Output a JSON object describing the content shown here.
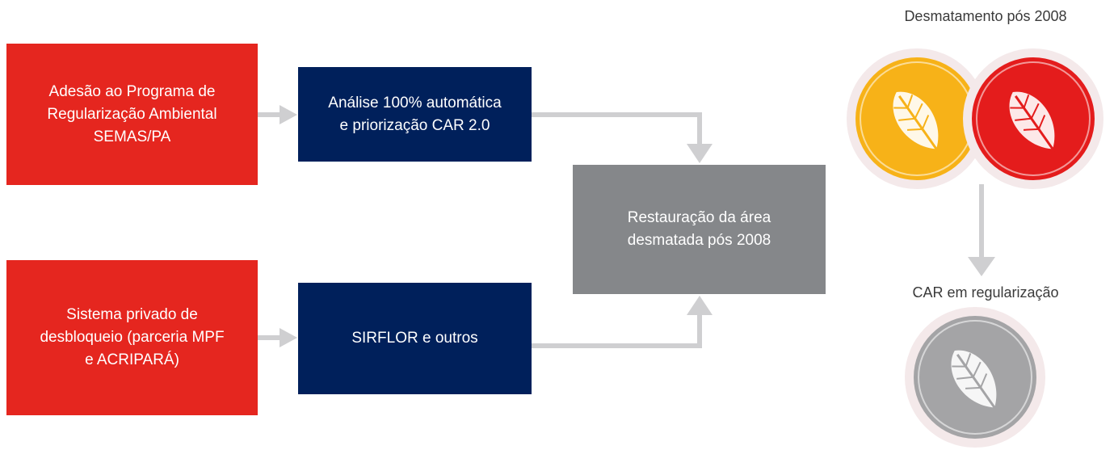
{
  "boxes": {
    "program_adhesion": "Adesão ao Programa de\nRegularização Ambiental\nSEMAS/PA",
    "private_unlock": "Sistema privado de\ndesbloqueio (parceria MPF\ne ACRIPARÁ)",
    "auto_analysis": "Análise 100% automática\ne priorização CAR 2.0",
    "sirflor": "SIRFLOR e outros",
    "restoration": "Restauração da área\ndesmatada pós 2008"
  },
  "labels": {
    "deforestation_post_2008": "Desmatamento pós 2008",
    "car_regularization": "CAR em regularização"
  },
  "badges": [
    {
      "name": "leaf-badge-yellow",
      "color": "#f7b218"
    },
    {
      "name": "leaf-badge-red",
      "color": "#e41c1c"
    },
    {
      "name": "leaf-badge-gray",
      "color": "#a4a4a6"
    }
  ],
  "colors": {
    "red_box": "#e5261f",
    "navy_box": "#00205b",
    "gray_box": "#85878a",
    "arrow": "#cfcfd1"
  }
}
